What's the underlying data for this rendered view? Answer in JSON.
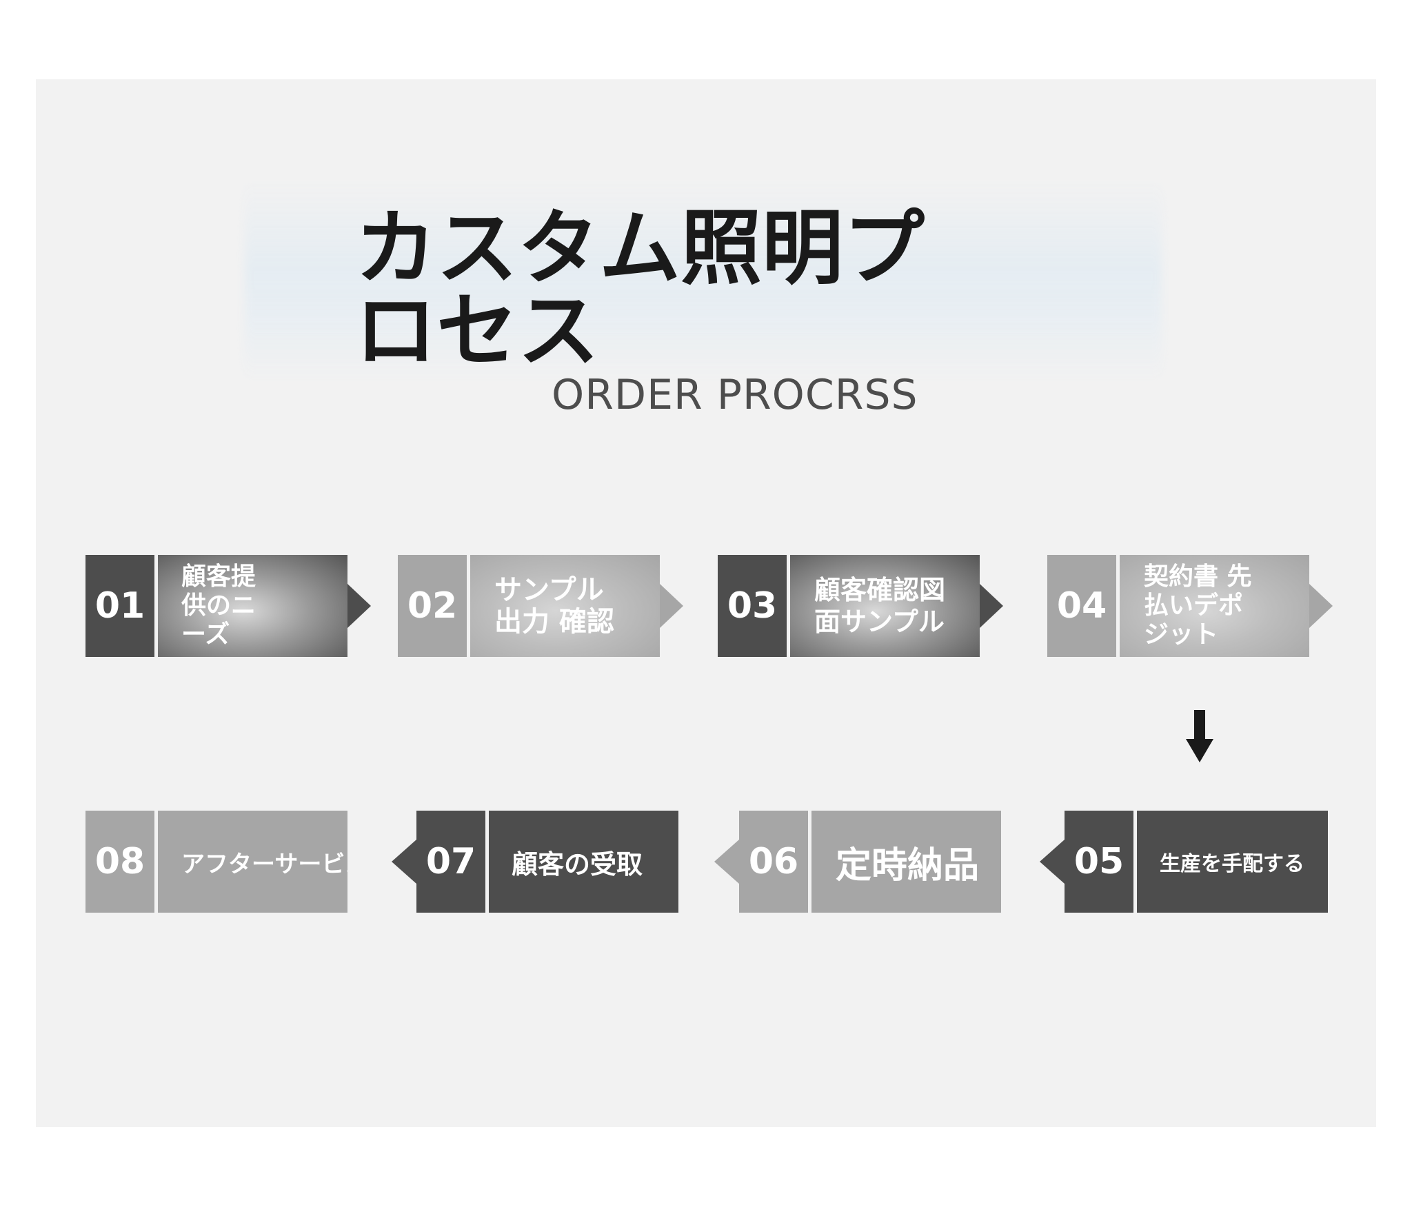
{
  "header": {
    "title": "カスタム照明プロセス",
    "subtitle": "ORDER PROCRSS"
  },
  "steps": [
    {
      "number": "01",
      "label": "顧客提供のニーズ",
      "theme": "dark"
    },
    {
      "number": "02",
      "label": "サンプル出力 確認",
      "theme": "light"
    },
    {
      "number": "03",
      "label": "顧客確認図面サンプル",
      "theme": "dark"
    },
    {
      "number": "04",
      "label": "契約書 先払いデポジット",
      "theme": "light"
    },
    {
      "number": "05",
      "label": "生産を手配する",
      "theme": "dark"
    },
    {
      "number": "06",
      "label": "定時納品",
      "theme": "light"
    },
    {
      "number": "07",
      "label": "顧客の受取",
      "theme": "dark"
    },
    {
      "number": "08",
      "label": "アフターサービス",
      "theme": "light"
    }
  ],
  "colors": {
    "dark": "#4d4d4d",
    "light": "#a6a6a6",
    "panel": "#f2f2f2",
    "arrow": "#1a1a1a"
  },
  "icons": {
    "flow_down": "arrow-down-icon"
  }
}
